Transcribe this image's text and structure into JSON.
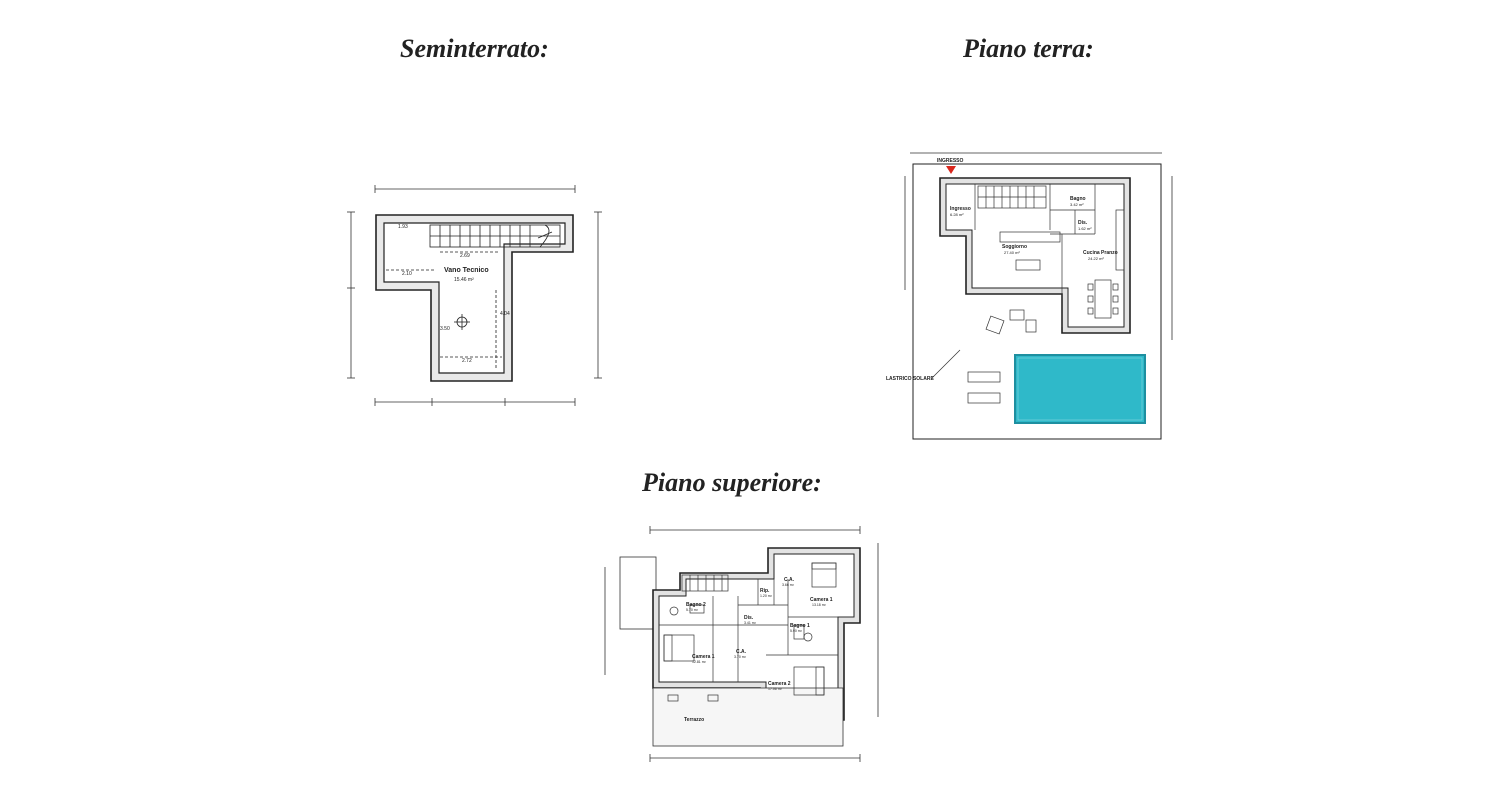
{
  "titles": {
    "basement": "Seminterrato:",
    "ground": "Piano terra:",
    "upper": "Piano superiore:"
  },
  "basement": {
    "room_name": "Vano Tecnico",
    "room_area": "15.46 m²",
    "dims": [
      "1.93",
      "2.69",
      "2.10",
      "4.04",
      "3.50",
      "2.72"
    ]
  },
  "ground": {
    "entrance": "INGRESSO",
    "rooms": [
      {
        "name": "Ingresso",
        "area": "6.28 m²"
      },
      {
        "name": "Bagno",
        "area": "3.42 m²"
      },
      {
        "name": "Dis.",
        "area": "1.62 m²"
      },
      {
        "name": "Soggiorno",
        "area": "27.40 m²"
      },
      {
        "name": "Cucina Pranzo",
        "area": "24.22 m²"
      }
    ],
    "terrace_label": "LASTRICO SOLARE",
    "colors": {
      "pool": "#2fb9c9",
      "pool_edge": "#1e8fa0"
    }
  },
  "upper": {
    "rooms": [
      {
        "name": "Bagno 2",
        "area": "5.70 m²"
      },
      {
        "name": "C.A.",
        "area": "3.66 m²"
      },
      {
        "name": "Rip.",
        "area": "1.20 m²"
      },
      {
        "name": "Camera 1",
        "area": "13.18 m²"
      },
      {
        "name": "Dis.",
        "area": "3.41 m²"
      },
      {
        "name": "Bagno 1",
        "area": "5.90 m²"
      },
      {
        "name": "Camera 1",
        "area": "12.81 m²"
      },
      {
        "name": "C.A.",
        "area": "3.70 m²"
      },
      {
        "name": "Camera 2",
        "area": "17.06 m²"
      }
    ],
    "terrace": "Terrazzo"
  }
}
